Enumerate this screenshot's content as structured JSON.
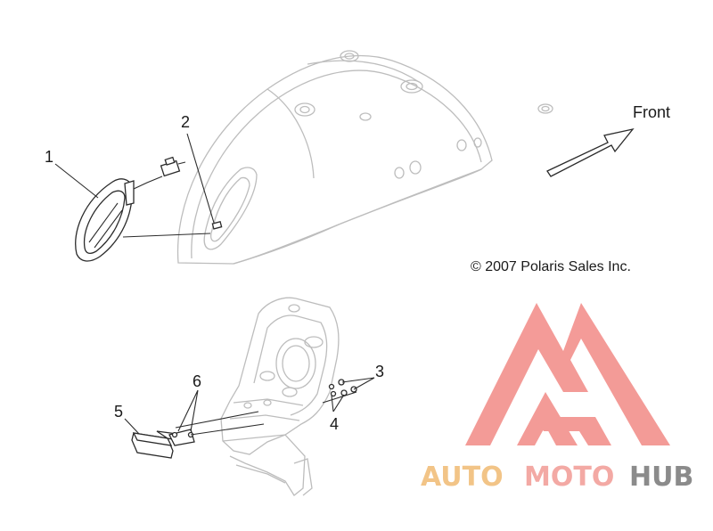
{
  "callouts": {
    "c1": "1",
    "c2": "2",
    "c3": "3",
    "c4": "4",
    "c5": "5",
    "c6": "6"
  },
  "direction": {
    "label": "Front"
  },
  "copyright": "© 2007 Polaris Sales Inc.",
  "watermark": {
    "part1": "AUTO",
    "part2": "MOTO",
    "part3": "HUB",
    "colors": {
      "auto": "#f2c487",
      "moto": "#f3a9a4",
      "hub": "#8b8b8b",
      "logo": "#f28a86"
    }
  }
}
